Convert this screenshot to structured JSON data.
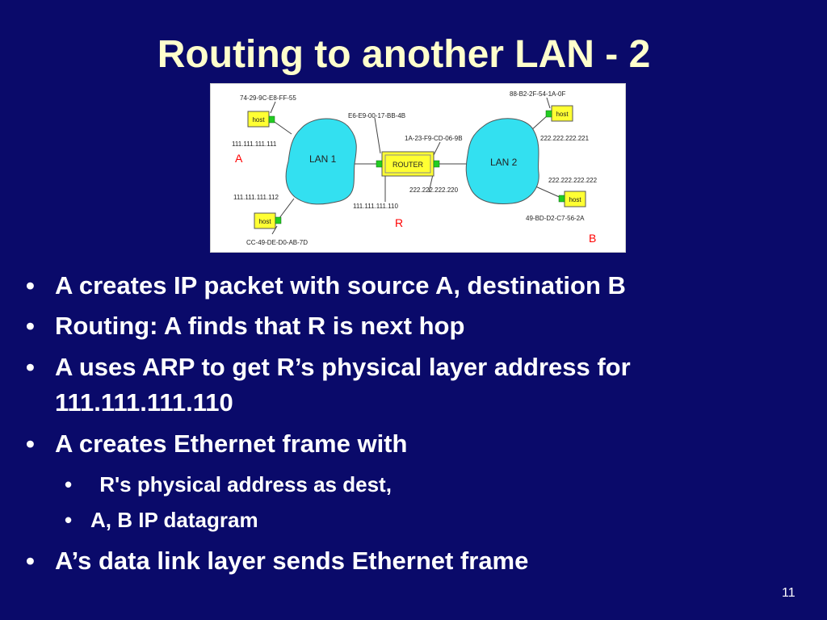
{
  "slide": {
    "title": "Routing to another LAN - 2",
    "page_number": "11"
  },
  "diagram": {
    "host_label": "host",
    "router_label": "ROUTER",
    "lan1_label": "LAN 1",
    "lan2_label": "LAN 2",
    "node_a": "A",
    "node_r": "R",
    "node_b": "B",
    "mac_host_a": "74-29-9C-E8-FF-55",
    "ip_host_a": "111.111.111.111",
    "ip_host_2": "111.111.111.112",
    "mac_host_2": "CC-49-DE-D0-AB-7D",
    "mac_router_lan1": "E6-E9-00-17-BB-4B",
    "ip_router_lan1": "111.111.111.110",
    "mac_router_lan2": "1A-23-F9-CD-06-9B",
    "ip_router_lan2": "222.222.222.220",
    "mac_host_3": "88-B2-2F-54-1A-0F",
    "ip_host_3": "222.222.222.221",
    "ip_host_b": "222.222.222.222",
    "mac_host_b": "49-BD-D2-C7-56-2A"
  },
  "bullets": [
    {
      "text": "A creates IP packet with source A, destination B"
    },
    {
      "text": "Routing: A finds that R is next hop"
    },
    {
      "text": "A uses ARP to get R’s physical layer address for"
    },
    {
      "text": "111.111.111.110"
    },
    {
      "text": "A creates Ethernet frame with"
    },
    {
      "text": "A’s data link layer sends Ethernet frame"
    }
  ],
  "sub_bullets": [
    {
      "text": " R's physical address as dest,"
    },
    {
      "text": "A, B IP datagram"
    }
  ],
  "bullet_symbol": "•",
  "colors": {
    "background": "#0a0a6a",
    "title": "#ffffcc",
    "lan_cloud": "#33e0f0",
    "host_box": "#ffff33",
    "adapter": "#22cc22",
    "node_letter": "#ff0000"
  }
}
